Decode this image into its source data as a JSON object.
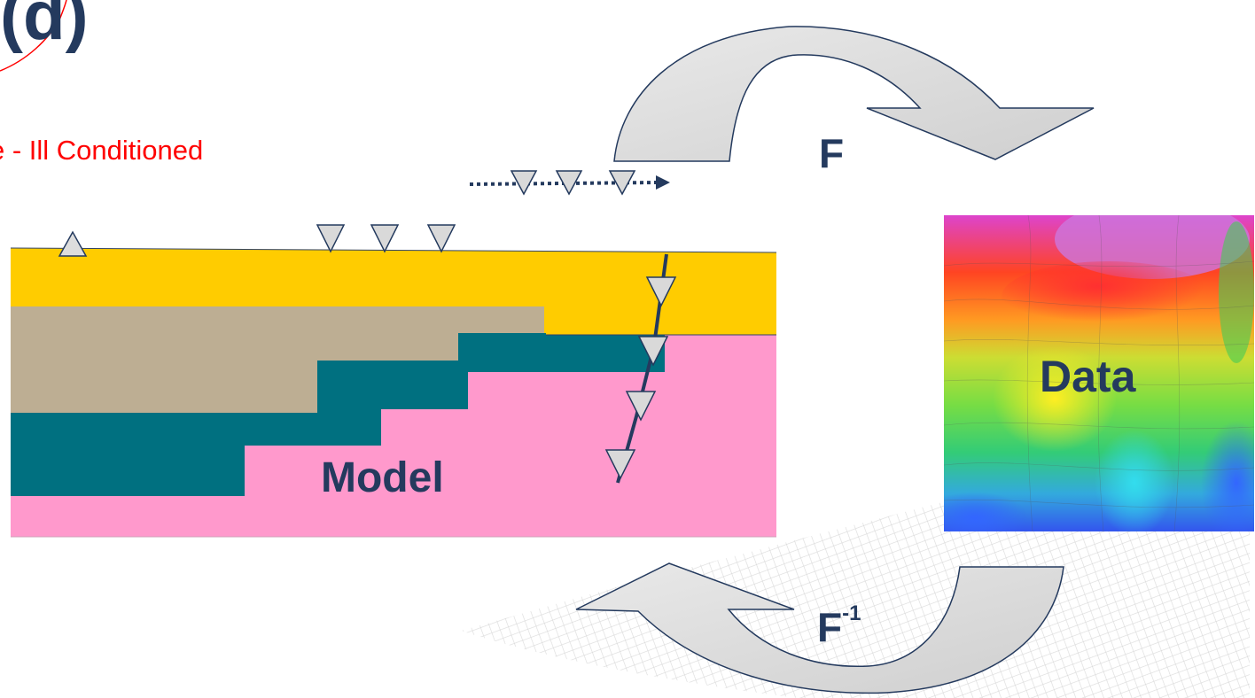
{
  "panel_label": "(d)",
  "subtitle": "e - Ill Conditioned",
  "labels": {
    "model": "Model",
    "data": "Data",
    "forward": "F",
    "inverse_base": "F",
    "inverse_exponent": "-1"
  },
  "colors": {
    "text_dark": "#243a5e",
    "subtitle_red": "#ff0000",
    "layer_yellow": "#ffcc00",
    "layer_tan": "#bdae93",
    "layer_teal": "#007080",
    "layer_pink": "#ff99cc",
    "arrow_fill": "#d9d9d9",
    "receiver_fill": "#d9d9d9"
  }
}
